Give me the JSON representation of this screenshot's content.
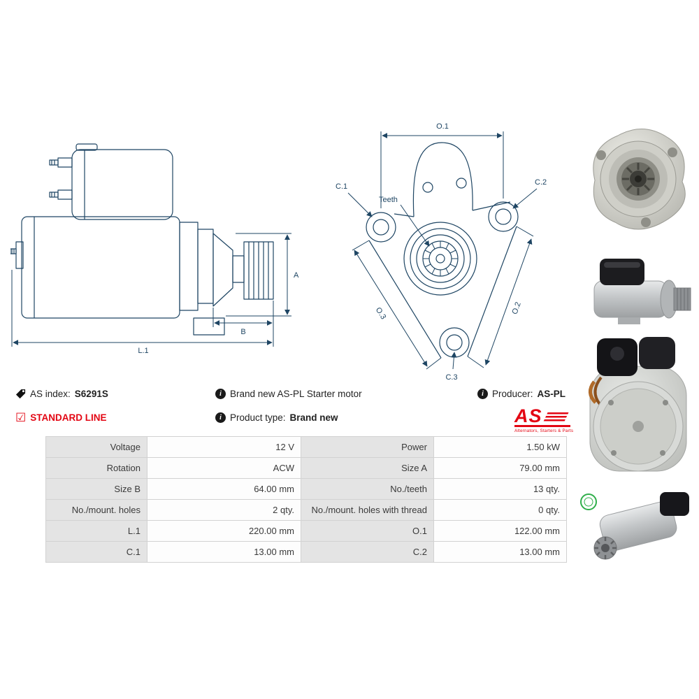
{
  "colors": {
    "accent_red": "#e30613",
    "drawing_line": "#1e4563",
    "table_label_bg": "#e4e4e4",
    "table_border": "#d2d2d2"
  },
  "icons": {
    "tag_icon": "tag-shape",
    "check_icon_glyph": "☑",
    "info_icon_glyph": "i"
  },
  "header": {
    "as_index_label": "AS index:",
    "as_index_value": "S6291S",
    "standard_line_label": "STANDARD LINE",
    "brand_new_text": "Brand new AS-PL Starter motor",
    "product_type_label": "Product type:",
    "product_type_value": "Brand new",
    "producer_label": "Producer:",
    "producer_value": "AS-PL"
  },
  "logo": {
    "text": "AS",
    "subtext": "Alternators, Starters & Parts"
  },
  "drawings": {
    "side_view": {
      "dim_a": "A",
      "dim_b": "B",
      "dim_l1": "L.1"
    },
    "front_view": {
      "dim_o1": "O.1",
      "dim_o2": "O.2",
      "dim_o3": "O.3",
      "dim_c1": "C.1",
      "dim_c2": "C.2",
      "dim_c3": "C.3",
      "teeth_label": "Teeth"
    }
  },
  "spec_table": {
    "rows": [
      {
        "l1": "Voltage",
        "v1": "12 V",
        "l2": "Power",
        "v2": "1.50 kW"
      },
      {
        "l1": "Rotation",
        "v1": "ACW",
        "l2": "Size A",
        "v2": "79.00 mm"
      },
      {
        "l1": "Size B",
        "v1": "64.00 mm",
        "l2": "No./teeth",
        "v2": "13 qty."
      },
      {
        "l1": "No./mount. holes",
        "v1": "2 qty.",
        "l2": "No./mount. holes with thread",
        "v2": "0 qty."
      },
      {
        "l1": "L.1",
        "v1": "220.00 mm",
        "l2": "O.1",
        "v2": "122.00 mm"
      },
      {
        "l1": "C.1",
        "v1": "13.00 mm",
        "l2": "C.2",
        "v2": "13.00 mm"
      }
    ]
  }
}
